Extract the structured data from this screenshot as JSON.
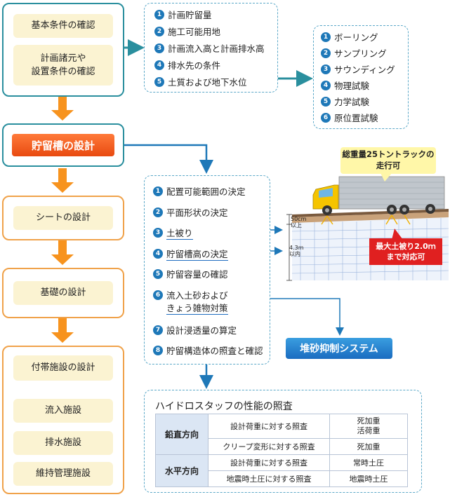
{
  "left_flow": {
    "top": {
      "items": [
        "基本条件の確認",
        "計画諸元や\n設置条件の確認"
      ]
    },
    "tank_design": "貯留槽の設計",
    "sheet_design": "シートの設計",
    "foundation_design": "基礎の設計",
    "ancillary": {
      "title": "付帯施設の設計",
      "items": [
        "流入施設",
        "排水施設",
        "維持管理施設"
      ]
    }
  },
  "conditions_list": {
    "items": [
      {
        "num": "1",
        "label": "計画貯留量"
      },
      {
        "num": "2",
        "label": "施工可能用地"
      },
      {
        "num": "3",
        "label": "計画流入高と計画排水高"
      },
      {
        "num": "4",
        "label": "排水先の条件"
      },
      {
        "num": "5",
        "label": "土質および地下水位"
      }
    ]
  },
  "survey_list": {
    "items": [
      {
        "num": "1",
        "label": "ボーリング"
      },
      {
        "num": "2",
        "label": "サンプリング"
      },
      {
        "num": "3",
        "label": "サウンディング"
      },
      {
        "num": "4",
        "label": "物理試験"
      },
      {
        "num": "5",
        "label": "力学試験"
      },
      {
        "num": "6",
        "label": "原位置試験"
      }
    ]
  },
  "design_steps": {
    "items": [
      {
        "num": "1",
        "label": "配置可能範囲の決定"
      },
      {
        "num": "2",
        "label": "平面形状の決定"
      },
      {
        "num": "3",
        "label": "土被り"
      },
      {
        "num": "4",
        "label": "貯留槽高の決定"
      },
      {
        "num": "5",
        "label": "貯留容量の確認"
      },
      {
        "num": "6",
        "label": "流入土砂および",
        "label2": "きょう雑物対策"
      },
      {
        "num": "7",
        "label": "設計浸透量の算定"
      },
      {
        "num": "8",
        "label": "貯留構造体の照査と確認"
      }
    ]
  },
  "illustration": {
    "truck_callout": "総重量25トントラックの\n走行可",
    "max_cover": "最大土被り2.0ｍ\nまで対応可",
    "dim_top": "50cm\n以上",
    "dim_height": "4.3m\n以内"
  },
  "sediment_system": "堆砂抑制システム",
  "performance": {
    "title": "ハイドロスタッフの性能の照査",
    "rows": [
      {
        "dir": "鉛直方向",
        "check": "設計荷重に対する照査",
        "load": "死加重\n活荷重"
      },
      {
        "dir": "",
        "check": "クリープ変形に対する照査",
        "load": "死加重"
      },
      {
        "dir": "水平方向",
        "check": "設計荷重に対する照査",
        "load": "常時土圧"
      },
      {
        "dir": "",
        "check": "地震時土圧に対する照査",
        "load": "地震時土圧"
      }
    ]
  },
  "colors": {
    "teal": "#2a8f9e",
    "orange": "#f0a24a",
    "cream": "#fbf3d2",
    "blue": "#1e78b8",
    "arrow_orange": "#f7931e"
  }
}
